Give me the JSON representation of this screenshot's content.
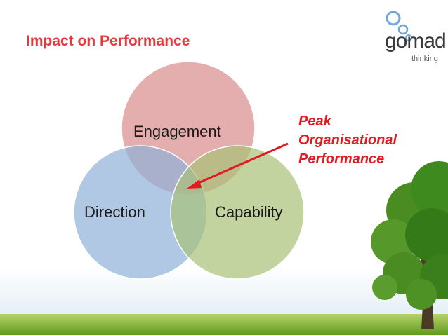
{
  "slide": {
    "title": "Impact on Performance",
    "logo": {
      "main_text": "gomad",
      "sub_text": "thinking"
    },
    "venn": {
      "circles": [
        {
          "label": "Engagement",
          "color": "#d98a8c"
        },
        {
          "label": "Direction",
          "color": "#8fb0d8"
        },
        {
          "label": "Capability",
          "color": "#a9c078"
        }
      ]
    },
    "callout": {
      "lines": [
        "Peak",
        "Organisational",
        "Performance"
      ],
      "color": "#e01b22"
    },
    "colors": {
      "title": "#e8383d",
      "grass": "#7fb52a",
      "tree": "#3f8a1f"
    }
  }
}
